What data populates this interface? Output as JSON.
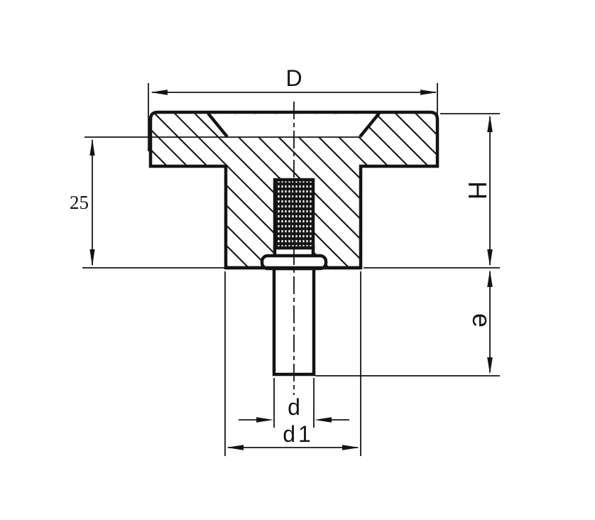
{
  "meta": {
    "title": "Sectional technical drawing of a knurled clamping knob with threaded stud",
    "background_color": "#ffffff",
    "line_color": "#141414"
  },
  "dimensions": {
    "top_diameter": {
      "label": "D"
    },
    "overall_height": {
      "label": "H"
    },
    "stud_length": {
      "label": "e"
    },
    "flange_depth": {
      "label": "25"
    },
    "stud_diameter": {
      "label": "d"
    },
    "hub_diameter": {
      "label": "d1"
    }
  }
}
